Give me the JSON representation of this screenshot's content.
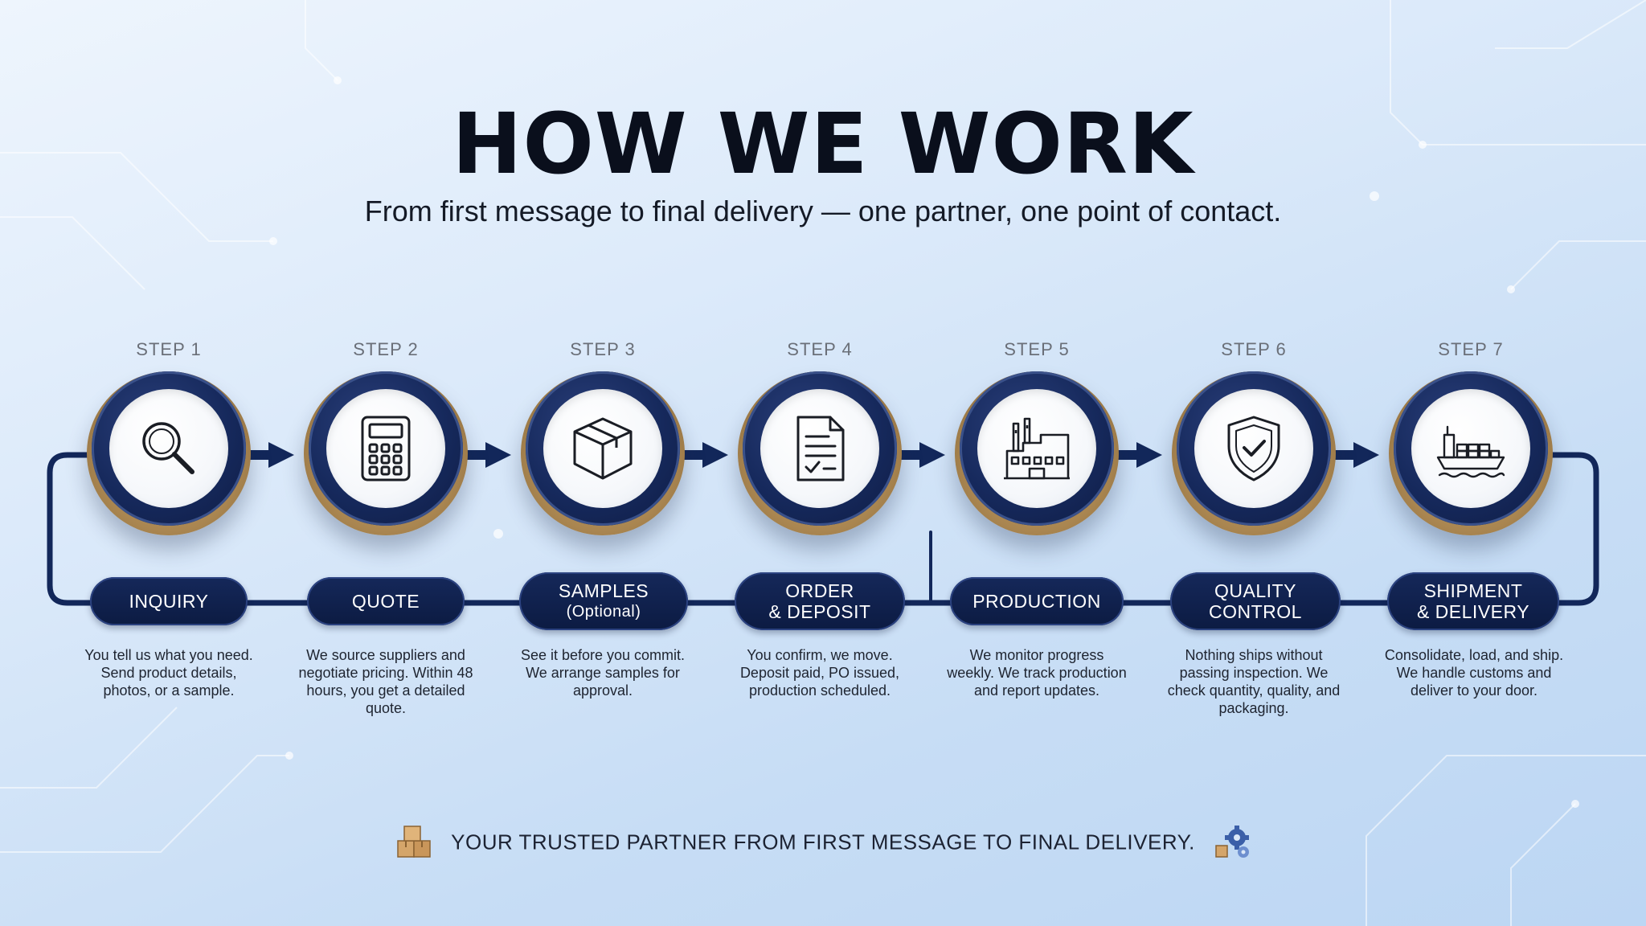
{
  "header": {
    "title": "HOW WE WORK",
    "subtitle": "From first message to final delivery — one partner, one point of contact."
  },
  "steps": [
    {
      "label": "STEP 1",
      "icon": "magnifier-icon",
      "title": "INQUIRY",
      "title_sub": "",
      "desc": "You tell us what you need. Send product details, photos, or a sample."
    },
    {
      "label": "STEP 2",
      "icon": "calculator-icon",
      "title": "QUOTE",
      "title_sub": "",
      "desc": "We source suppliers and negotiate pricing. Within 48 hours, you get a detailed quote."
    },
    {
      "label": "STEP 3",
      "icon": "box-icon",
      "title": "SAMPLES",
      "title_sub": "(Optional)",
      "desc": "See it before you commit. We arrange samples for approval."
    },
    {
      "label": "STEP 4",
      "icon": "document-check-icon",
      "title": "ORDER",
      "title_sub": "& DEPOSIT",
      "desc": "You confirm, we move. Deposit paid, PO issued, production scheduled."
    },
    {
      "label": "STEP 5",
      "icon": "factory-icon",
      "title": "PRODUCTION",
      "title_sub": "",
      "desc": "We monitor progress weekly. We track production and report updates."
    },
    {
      "label": "STEP 6",
      "icon": "shield-check-icon",
      "title": "QUALITY",
      "title_sub": "CONTROL",
      "desc": "Nothing ships without passing inspection. We check quantity, quality, and packaging."
    },
    {
      "label": "STEP 7",
      "icon": "cargo-ship-icon",
      "title": "SHIPMENT",
      "title_sub": "& DELIVERY",
      "desc": "Consolidate, load, and ship. We handle customs and deliver to your door."
    }
  ],
  "footer": {
    "text": "YOUR TRUSTED PARTNER FROM FIRST MESSAGE TO FINAL DELIVERY.",
    "left_icon": "boxes-icon",
    "right_icon": "gears-icon"
  },
  "colors": {
    "navy": "#12275a",
    "gold": "#b08a52",
    "background": "#d3e5f8"
  }
}
